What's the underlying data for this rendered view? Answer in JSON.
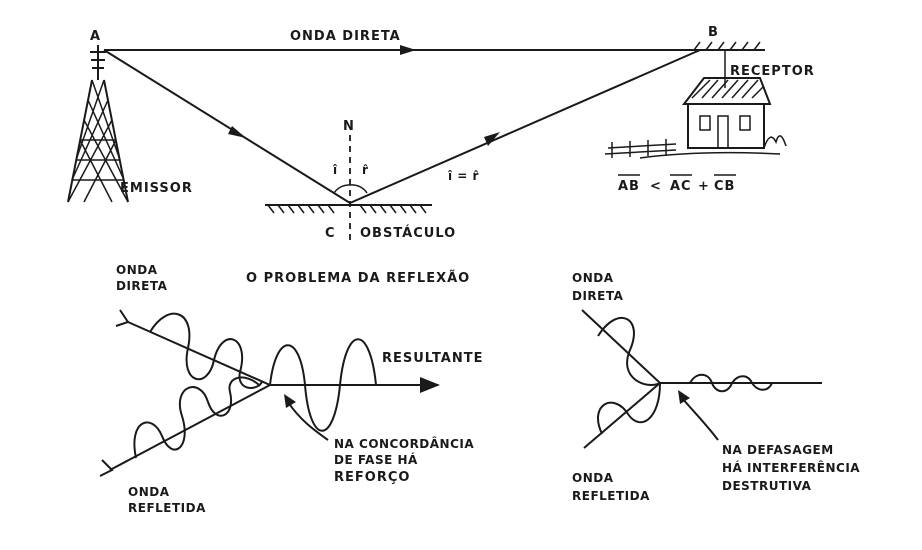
{
  "top": {
    "point_a": "A",
    "point_b": "B",
    "point_c": "C",
    "normal": "N",
    "incidence_angle": "î",
    "reflection_angle": "r̂",
    "angle_equality": "î = r̂",
    "direct_wave": "ONDA   DIRETA",
    "receiver": "RECEPTOR",
    "emitter": "EMISSOR",
    "obstacle": "OBSTÁCULO",
    "path_relation": {
      "ab": "AB",
      "lt": "<",
      "ac": "AC",
      "plus": "+",
      "cb": "CB"
    }
  },
  "title": "O  PROBLEMA  DA  REFLEXÃO",
  "left_panel": {
    "direct_1": "ONDA",
    "direct_2": "DIRETA",
    "result": "RESULTANTE",
    "note_1": "NA  CONCORDÂNCIA",
    "note_2": "DE  FASE  HÁ",
    "note_3": "REFORÇO",
    "reflected_1": "ONDA",
    "reflected_2": "REFLETIDA"
  },
  "right_panel": {
    "direct_1": "ONDA",
    "direct_2": "DIRETA",
    "note_1": "NA  DEFASAGEM",
    "note_2": "HÁ  INTERFERÊNCIA",
    "note_3": "DESTRUTIVA",
    "reflected_1": "ONDA",
    "reflected_2": "REFLETIDA"
  }
}
